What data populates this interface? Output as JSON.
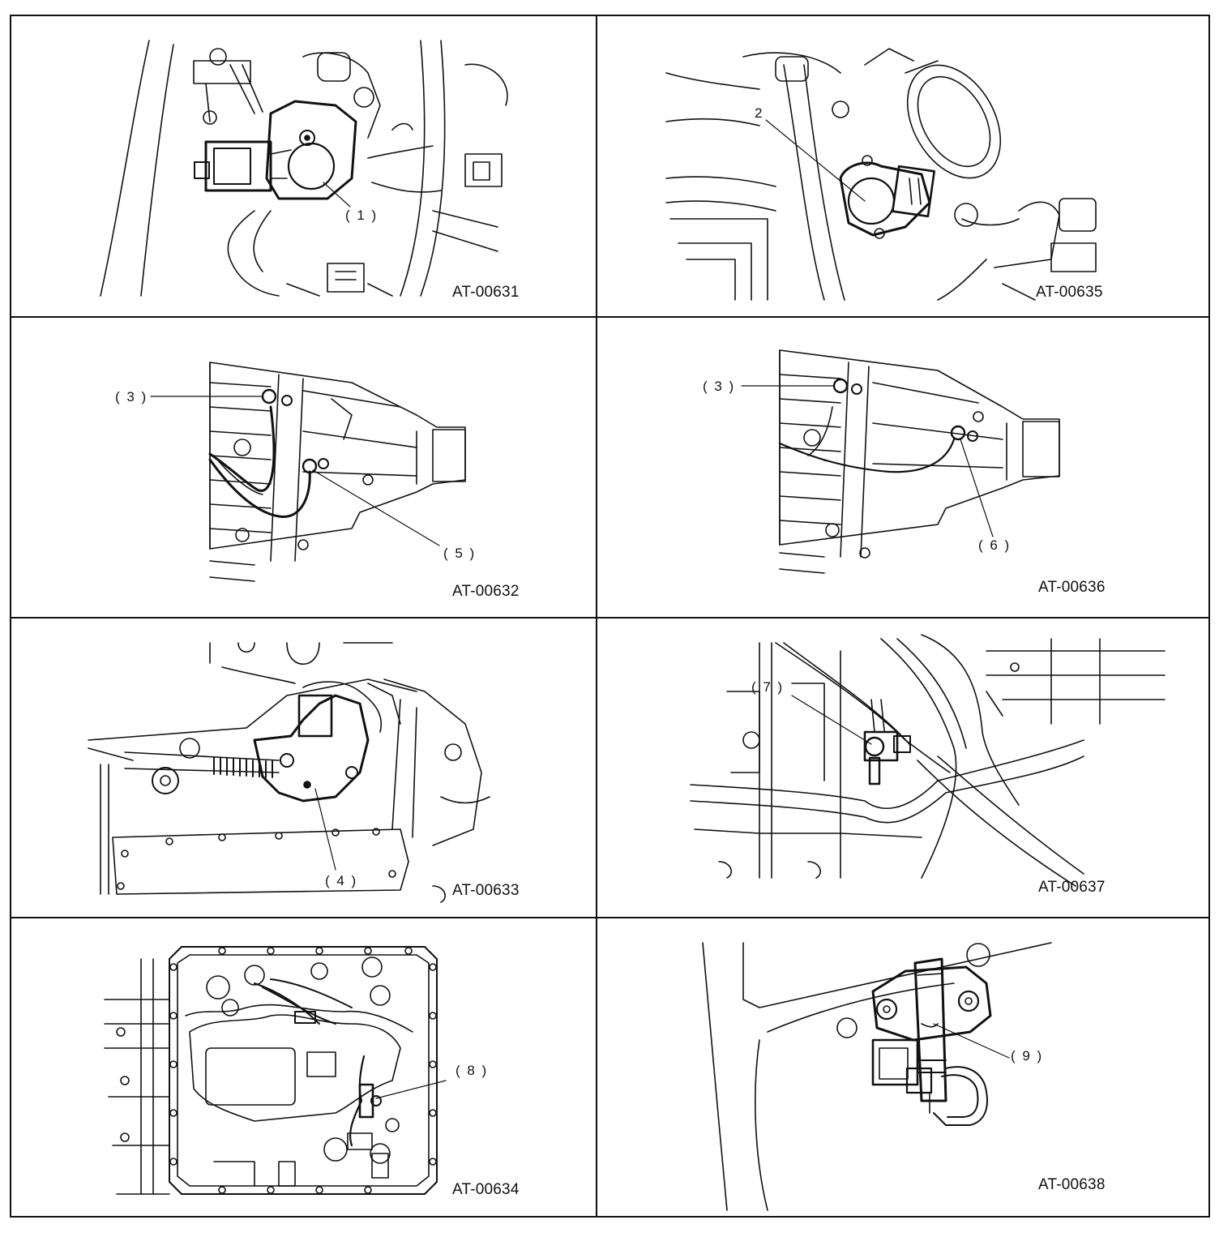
{
  "panels": [
    {
      "code": "AT-00631",
      "callouts": [
        "( 1 )"
      ]
    },
    {
      "code": "AT-00635",
      "callouts": [
        "2"
      ]
    },
    {
      "code": "AT-00632",
      "callouts": [
        "( 3 )",
        "( 5 )"
      ]
    },
    {
      "code": "AT-00636",
      "callouts": [
        "( 3 )",
        "( 6 )"
      ]
    },
    {
      "code": "AT-00633",
      "callouts": [
        "( 4 )"
      ]
    },
    {
      "code": "AT-00637",
      "callouts": [
        "( 7 )"
      ]
    },
    {
      "code": "AT-00634",
      "callouts": [
        "( 8 )"
      ]
    },
    {
      "code": "AT-00638",
      "callouts": [
        "( 9 )"
      ]
    }
  ],
  "colors": {
    "ink": "#111111",
    "paper": "#ffffff"
  }
}
